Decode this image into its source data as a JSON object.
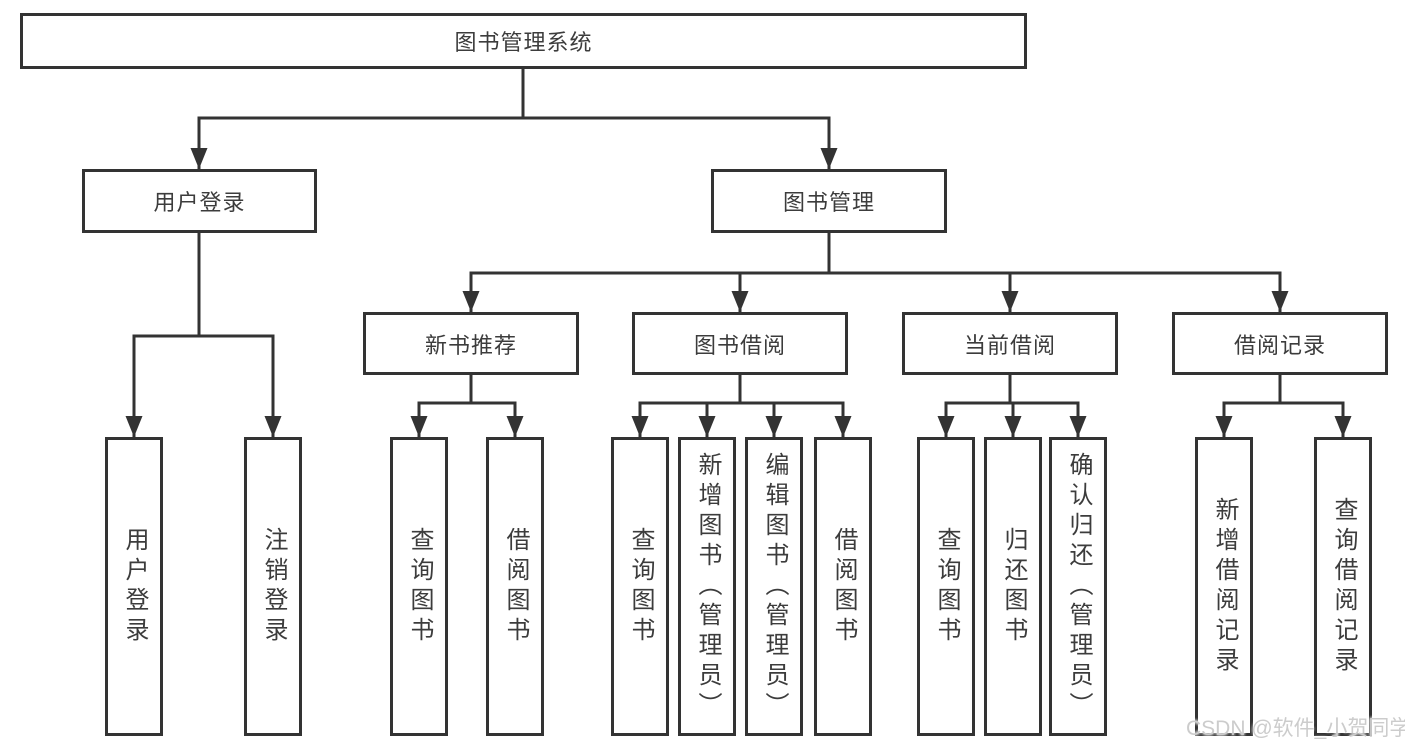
{
  "colors": {
    "line": "#333333",
    "text": "#3c3c3c",
    "box_bg": "#ffffff",
    "watermark": "#cccccc"
  },
  "watermark": "CSDN @软件_小贺同学",
  "tree": {
    "label": "图书管理系统",
    "children": [
      {
        "label": "用户登录",
        "children": [
          {
            "label": "用户登录"
          },
          {
            "label": "注销登录"
          }
        ]
      },
      {
        "label": "图书管理",
        "children": [
          {
            "label": "新书推荐",
            "children": [
              {
                "label": "查询图书"
              },
              {
                "label": "借阅图书"
              }
            ]
          },
          {
            "label": "图书借阅",
            "children": [
              {
                "label": "查询图书"
              },
              {
                "label": "新增图书（管理员）"
              },
              {
                "label": "编辑图书（管理员）"
              },
              {
                "label": "借阅图书"
              }
            ]
          },
          {
            "label": "当前借阅",
            "children": [
              {
                "label": "查询图书"
              },
              {
                "label": "归还图书"
              },
              {
                "label": "确认归还（管理员）"
              }
            ]
          },
          {
            "label": "借阅记录",
            "children": [
              {
                "label": "新增借阅记录"
              },
              {
                "label": "查询借阅记录"
              }
            ]
          }
        ]
      }
    ]
  }
}
